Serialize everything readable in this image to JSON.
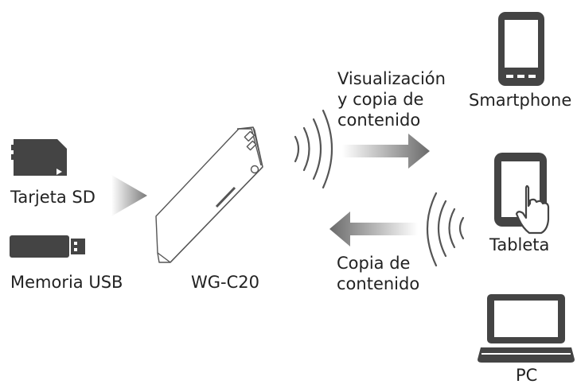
{
  "sources": {
    "sd_card_label": "Tarjeta SD",
    "usb_label": "Memoria USB"
  },
  "device": {
    "label": "WG-C20"
  },
  "flows": {
    "outgoing_label": "Visualización\ny copia de\ncontenido",
    "incoming_label": "Copia de\ncontenido"
  },
  "targets": {
    "smartphone_label": "Smartphone",
    "tablet_label": "Tableta",
    "pc_label": "PC"
  },
  "colors": {
    "icon_dark": "#444444",
    "icon_mid": "#777777",
    "arrow_gray": "#8a8a8a",
    "line": "#555555"
  }
}
